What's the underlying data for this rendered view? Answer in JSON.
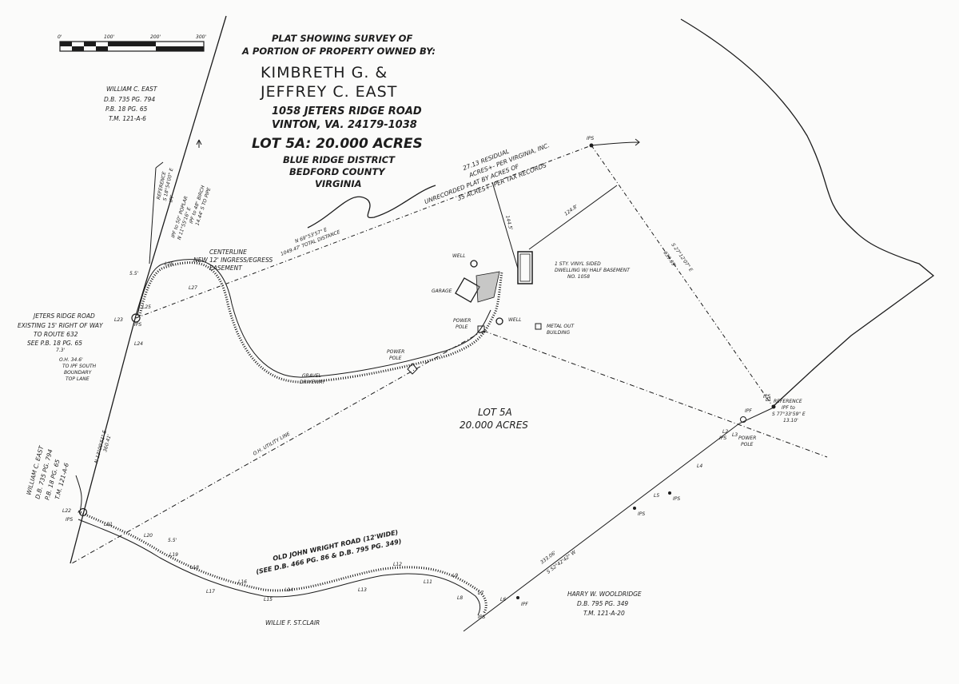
{
  "scale_bar": {
    "ticks": [
      "0'",
      "100'",
      "200'",
      "300'"
    ]
  },
  "title": {
    "line1": "PLAT SHOWING SURVEY OF",
    "line2": "A PORTION OF PROPERTY OWNED BY:",
    "owner1": "KIMBRETH G. &",
    "owner2": "JEFFREY C. EAST",
    "address1": "1058 JETERS RIDGE ROAD",
    "address2": "VINTON, VA. 24179-1038",
    "lot": "LOT 5A: 20.000 ACRES",
    "district": "BLUE RIDGE DISTRICT",
    "county": "BEDFORD COUNTY",
    "state": "VIRGINIA"
  },
  "parcels": {
    "north_owner": {
      "name": "WILLIAM C. EAST",
      "db": "D.B. 735 PG. 794",
      "pb": "P.B. 18 PG. 65",
      "tm": "T.M. 121-A-6"
    },
    "west_owner": {
      "name": "WILLIAM C. EAST",
      "db": "D.B. 735 PG. 794",
      "pb": "P.B. 18 PG. 65",
      "tm": "T.M. 121-A-6"
    },
    "south_owner": {
      "name": "HARRY W. WOOLDRIDGE",
      "db": "D.B. 795 PG. 349",
      "tm": "T.M. 121-A-20"
    },
    "southwest_owner": "WILLIE F. ST.CLAIR",
    "residual": {
      "line1": "27.13 RESIDUAL",
      "line2": "ACRES+- PER VIRGINIA, INC.",
      "line3": "UNRECORDED PLAT BY ACRES OF",
      "line4": "35 ACRES+- PER TAX RECORDS"
    },
    "lot": {
      "name": "LOT 5A",
      "acres": "20.000 ACRES"
    }
  },
  "features": {
    "jeters_road": {
      "line1": "JETERS RIDGE ROAD",
      "line2": "EXISTING 15' RIGHT OF WAY",
      "line3": "TO ROUTE 632",
      "line4": "SEE P.B. 18 PG. 65"
    },
    "easement": {
      "line1": "CENTERLINE",
      "line2": "NEW 12' INGRESS/EGRESS",
      "line3": "EASEMENT"
    },
    "gravel": {
      "line1": "GRAVEL",
      "line2": "DRIVEWAY"
    },
    "well1": "WELL",
    "well2": "WELL",
    "garage": "GARAGE",
    "dwelling": {
      "line1": "1 STY. VINYL SIDED",
      "line2": "DWELLING W/ HALF BASEMENT",
      "line3": "NO. 1058"
    },
    "metal": {
      "line1": "METAL OUT",
      "line2": "BUILDING"
    },
    "power_pole_1": {
      "line1": "POWER",
      "line2": "POLE"
    },
    "power_pole_2": {
      "line1": "POWER",
      "line2": "POLE"
    },
    "power_pole_3": {
      "line1": "POWER",
      "line2": "POLE"
    },
    "utility_line": "O.H. UTILITY LINE",
    "old_road": {
      "line1": "OLD JOHN WRIGHT ROAD (12'WIDE)",
      "line2": "(SEE D.B. 466 PG. 86 & D.B. 795 PG. 349)"
    },
    "reference_ne": {
      "line1": "REFERENCE",
      "line2": "IPF to",
      "line3": "S 77°33'59\" E",
      "line4": "13.10'"
    },
    "reference_nw": {
      "line1": "REFERENCE",
      "line2": "S 18°54'00\" E",
      "line3": "IPF"
    },
    "oh_note": {
      "line1": "O.H. 34.6'",
      "line2": "TO IPF SOUTH",
      "line3": "BOUNDARY",
      "line4": "TOP LANE"
    },
    "nw_ties": {
      "line1": "IPF to 50\" POPLAR",
      "line2": "N 11°55'16\" E",
      "line3": "IPF to 48\" BIRCH",
      "line4": "14.44' S TO PIPE"
    }
  },
  "bearings": {
    "north_line": "N 69°53'57\" E",
    "north_dist": "1049.47' TOTAL DISTANCE",
    "east_line": "S 27°12'07\" E",
    "east_dist": "639.69'",
    "west_line": "N 13°00'51\" E",
    "west_dist": "360.41'",
    "south_line": "S 52°42'42\" W",
    "south_dist": "333.06'",
    "tie_144": "144.5'",
    "tie_124": "124.8'",
    "dim_55a": "5.5'",
    "dim_55b": "5.5'",
    "dim_73": "7.3'"
  },
  "tags": {
    "IPS": "IPS",
    "IPF": "IPF",
    "L1": "L1",
    "L2": "L2",
    "L3": "L3",
    "L4": "L4",
    "L5": "L5",
    "L6": "L6",
    "L7": "L7",
    "L8": "L8",
    "L9": "L9",
    "L10": "L10",
    "L11": "L11",
    "L12": "L12",
    "L13": "L13",
    "L14": "L14",
    "L15": "L15",
    "L16": "L16",
    "L17": "L17",
    "L18": "L18",
    "L19": "L19",
    "L20": "L20",
    "L21": "L21",
    "L22": "L22",
    "L23": "L23",
    "L24": "L24",
    "L25": "L25",
    "L26": "L26",
    "L27": "L27"
  }
}
